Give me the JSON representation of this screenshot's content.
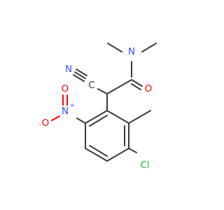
{
  "colors": {
    "bond": "#3a3a3a",
    "nitrogen": "#3050f8",
    "oxygen": "#ff0000",
    "chlorine": "#1fb81f",
    "background": "#ffffff"
  },
  "atoms": {
    "amide_nitrogen": "N",
    "amide_oxygen": "O",
    "nitrile_nitrogen": "N",
    "nitrile_carbon": "C",
    "nitro_nitrogen": "N",
    "nitro_nitrogen_charge": "+",
    "nitro_oxygen_top": "O",
    "nitro_oxygen_bottom": "O",
    "nitro_oxygen_charge": "-",
    "chlorine": "Cl"
  }
}
